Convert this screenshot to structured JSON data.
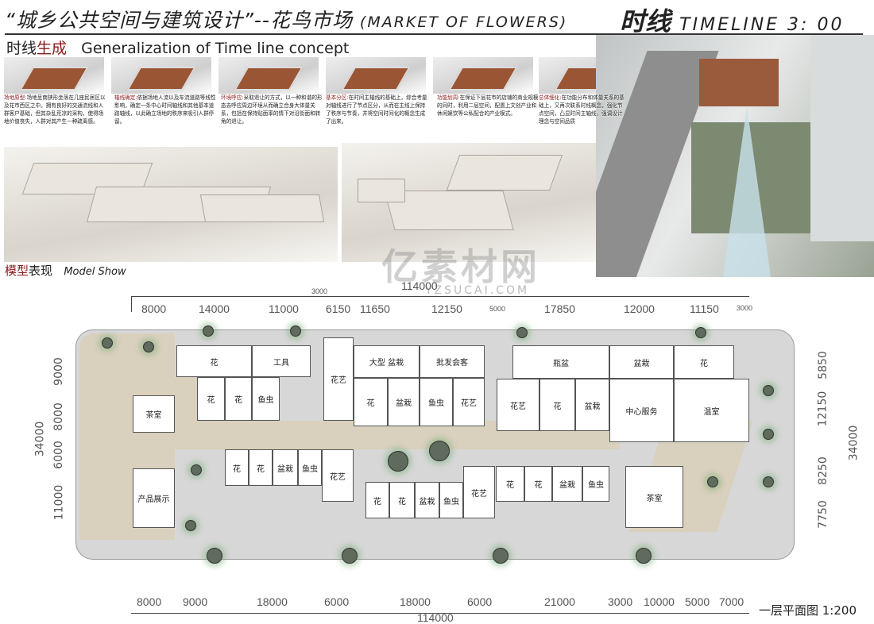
{
  "header": {
    "title_cn": "“城乡公共空间与建筑设计”--花鸟市场",
    "title_en": "(MARKET OF FLOWERS)",
    "timeline_cn": "时线",
    "timeline_en": "TIMELINE 3: 00"
  },
  "section1": {
    "title_black": "时线",
    "title_red": "生成",
    "title_en": "Generalization of  Time line concept"
  },
  "steps": [
    {
      "head": "场地原型:",
      "text": "场地呈南狭形坐落在几座民居区以及花市西区之中。拥有良好的交通流线和人群客户基础，但其杂乱荒凉的采构，使得场地价值丧失，人群对其产生一种疏离感。"
    },
    {
      "head": "轴线确定:",
      "text": "依据场地人流以及车流道路等线性影响，确定一条中心时间轴线和其他基本道路轴线，以此确立场地的秩序来吸引人群停留。"
    },
    {
      "head": "环境呼应:",
      "text": "采取退让的方式，以一种和谐的形态去呼应周边环境从而确立合身大体量关系，包括在保持贴面率的情下对沿街面和转角的退让。"
    },
    {
      "head": "基本分区:",
      "text": "在时间主轴线的基础上，综合考量对轴线进行了节点区分，从而在主线上保持了秩序与节奏，并将空间时间化的概念生成了出来。"
    },
    {
      "head": "功能划周:",
      "text": "在保证下层花市的店铺的商业规模的同时，利用二层空间，配置上文创产业和休闲娱饮等公私配合的产业模式。"
    },
    {
      "head": "总体细化:",
      "text": "在功能分布和体量关系的基础上，又再次联系时线概念，强化节点空间，凸显时间主轴线，强调设计理念与空间品质"
    }
  ],
  "section2": {
    "title_red": "模型",
    "title_black": "表现",
    "title_en": "Model Show"
  },
  "watermark": {
    "cn": "亿素材网",
    "en": "YZSUCAI.COM"
  },
  "plan": {
    "top_total": "114000",
    "top_dims": [
      "8000",
      "14000",
      "11000",
      "3000",
      "6150",
      "11650",
      "12150",
      "5000",
      "17850",
      "12000",
      "11150",
      "3000"
    ],
    "bottom_dims": [
      "8000",
      "9000",
      "18000",
      "6000",
      "18000",
      "6000",
      "21000",
      "3000",
      "10000",
      "5000",
      "7000"
    ],
    "bottom_total": "114000",
    "left_dims": [
      "9000",
      "8000",
      "6000",
      "11000"
    ],
    "left_total": "34000",
    "right_dims": [
      "5850",
      "12150",
      "8250",
      "7750"
    ],
    "right_total": "34000",
    "rooms": [
      "花",
      "工具",
      "花",
      "花",
      "鱼虫",
      "花艺",
      "大型  盆栽",
      "批发会客",
      "花",
      "盆栽",
      "鱼虫",
      "花艺",
      "茶室",
      "产品展示",
      "花",
      "花",
      "盆栽",
      "鱼虫",
      "花艺",
      "花",
      "花",
      "盆栽",
      "鱼虫",
      "花艺",
      "瓶盆",
      "盆栽",
      "花",
      "花艺",
      "花",
      "盆栽",
      "中心服务",
      "温室",
      "花",
      "花",
      "盆栽",
      "鱼虫",
      "茶室"
    ],
    "scale_label": "一层平面图 1:200"
  }
}
